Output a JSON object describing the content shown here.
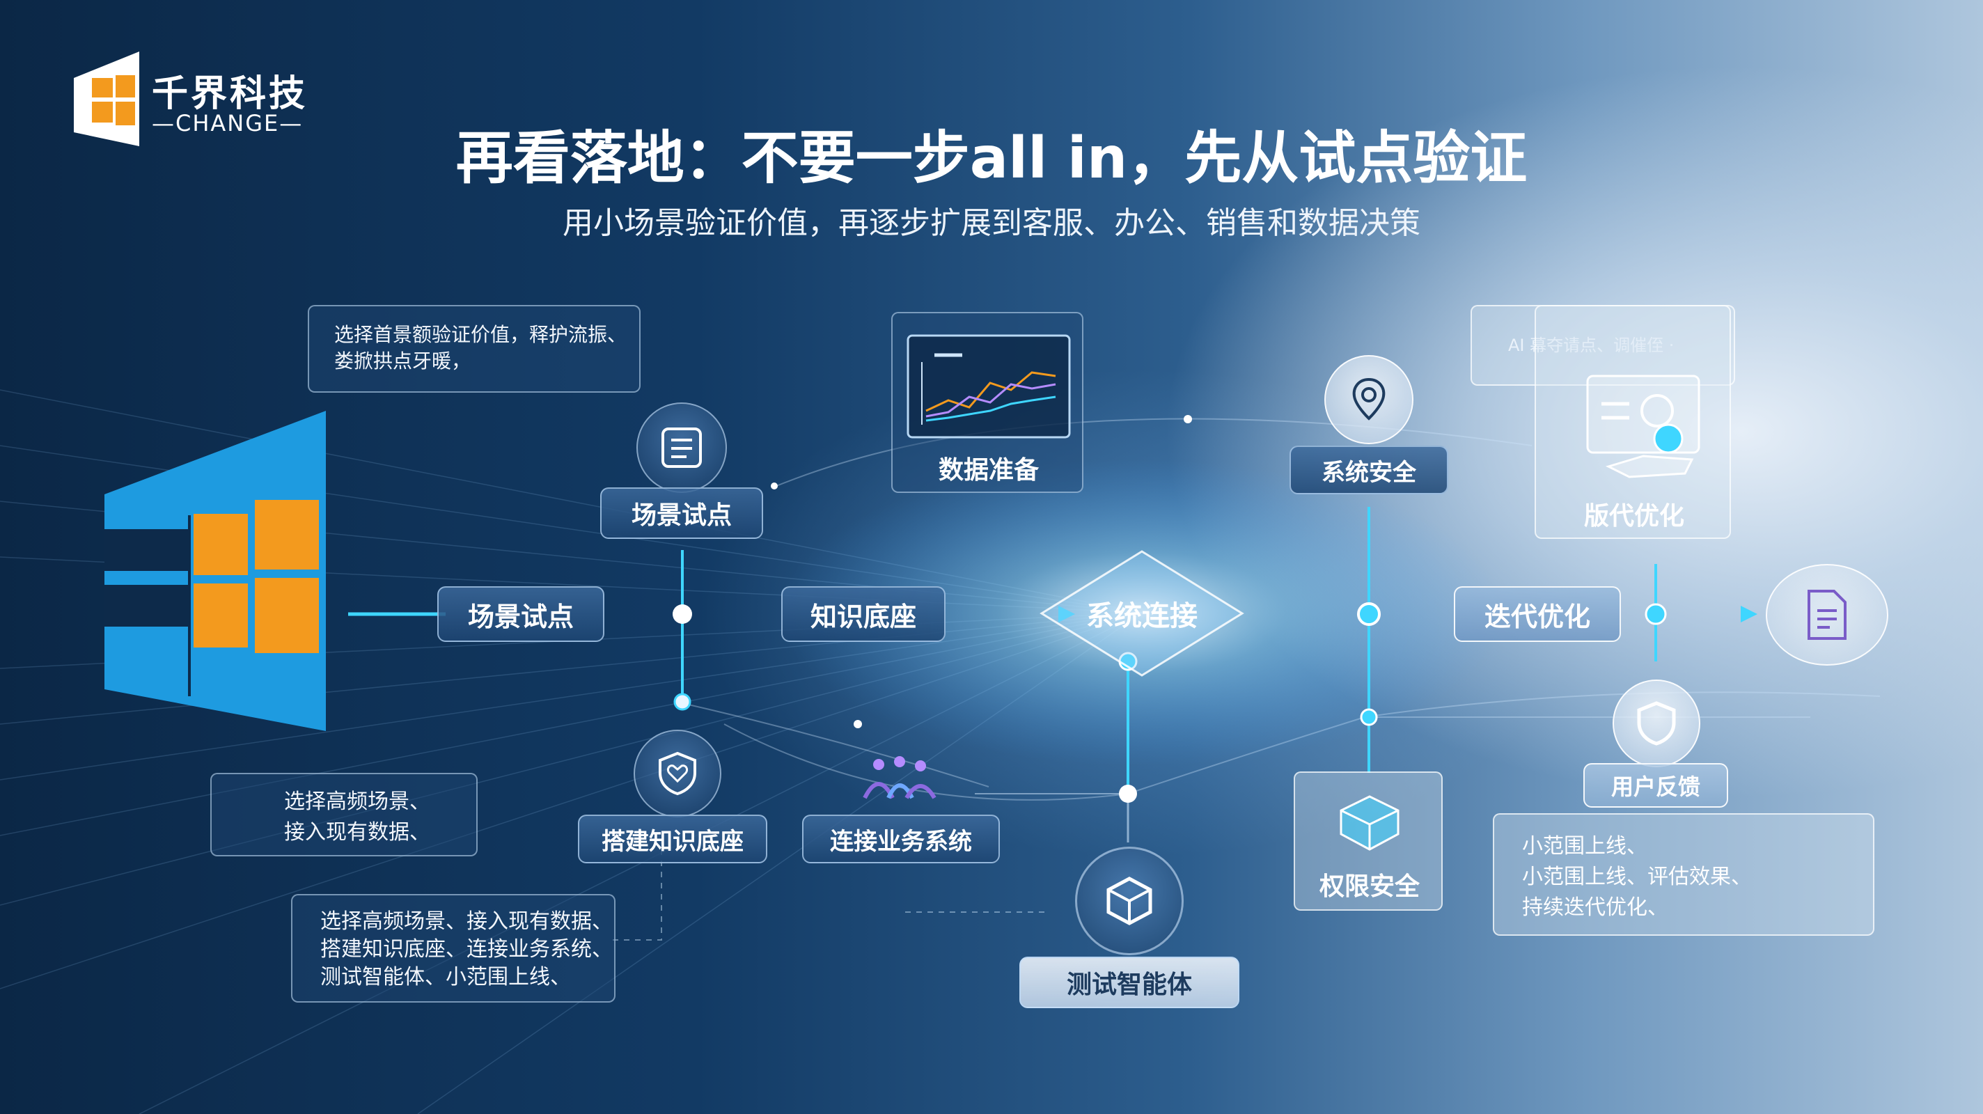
{
  "brand": {
    "name": "千界科技",
    "sub": "—CHANGE—"
  },
  "title": "再看落地：不要一步all in，先从试点验证",
  "subtitle": "用小场景验证价值，再逐步扩展到客服、办公、销售和数据决策",
  "flow": [
    {
      "label": "场景试点"
    },
    {
      "label": "知识底座"
    },
    {
      "label": "系统连接"
    },
    {
      "label": "迭代优化"
    }
  ],
  "nodes": {
    "scene_pilot_top": "场景试点",
    "data_prep": "数据准备",
    "system_security": "系统安全",
    "version_opt": "版代优化",
    "build_kb": "搭建知识底座",
    "connect_biz": "连接业务系统",
    "test_agent": "测试智能体",
    "permission_security": "权限安全",
    "user_feedback": "用户反馈"
  },
  "notes": {
    "top_left": [
      "选择首景额验证价值，释护流振、",
      "娄掀拱点牙暖，"
    ],
    "top_right": "AI 幕夺请点、调催侄 ·",
    "left_mid": [
      "选择高频场景、",
      "接入现有数据、"
    ],
    "left_bottom": [
      "选择高频场景、接入现有数据、",
      "搭建知识底座、连接业务系统、",
      "测试智能体、小范围上线、"
    ],
    "right_bottom": [
      "小范围上线、",
      "小范围上线、评估效果、",
      "持续迭代优化、"
    ]
  },
  "colors": {
    "accent_cyan": "#3fd6ff",
    "logo_blue": "#1e9be0",
    "logo_orange": "#f39a1e",
    "bg_dark": "#0b2746"
  },
  "icons": [
    "document-icon",
    "chart-icon",
    "location-shield-icon",
    "profile-card-icon",
    "heart-shield-icon",
    "people-icon",
    "cube-icon",
    "shield-icon",
    "file-icon",
    "logo-mark-icon"
  ]
}
